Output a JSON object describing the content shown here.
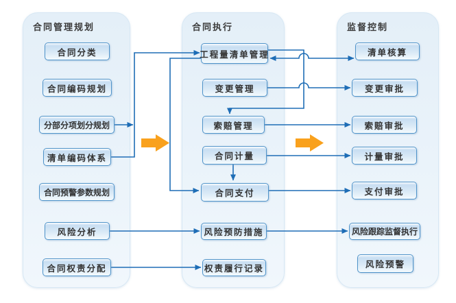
{
  "diagram": {
    "type": "flowchart",
    "columns": [
      {
        "title": "合同管理规划",
        "nodes": [
          "合同分类",
          "合同编码规划",
          "分部分项划分规划",
          "清单编码体系",
          "合同预警参数规划",
          "风险分析",
          "合同权责分配"
        ]
      },
      {
        "title": "合同执行",
        "nodes": [
          "工程量清单管理",
          "变更管理",
          "索赔管理",
          "合同计量",
          "合同支付",
          "风险预防措施",
          "权责履行记录"
        ]
      },
      {
        "title": "监督控制",
        "nodes": [
          "清单核算",
          "变更审批",
          "索赔审批",
          "计量审批",
          "支付审批",
          "风险跟踪监督执行",
          "风险预警"
        ]
      }
    ],
    "edges": [
      {
        "from": "分部分项划分规划",
        "to": "工程量清单管理",
        "bidirectional": false
      },
      {
        "from": "清单编码体系",
        "to": "工程量清单管理",
        "bidirectional": false
      },
      {
        "from": "工程量清单管理",
        "to": "清单核算",
        "bidirectional": true
      },
      {
        "from": "工程量清单管理",
        "to": "索赔管理",
        "bidirectional": false
      },
      {
        "from": "工程量清单管理",
        "to": "合同支付",
        "bidirectional": false
      },
      {
        "from": "变更管理",
        "to": "变更审批",
        "bidirectional": false
      },
      {
        "from": "索赔管理",
        "to": "索赔审批",
        "bidirectional": false
      },
      {
        "from": "合同计量",
        "to": "合同支付",
        "bidirectional": false
      },
      {
        "from": "合同计量",
        "to": "计量审批",
        "bidirectional": false
      },
      {
        "from": "合同支付",
        "to": "支付审批",
        "bidirectional": false
      },
      {
        "from": "风险分析",
        "to": "风险预防措施",
        "bidirectional": false
      },
      {
        "from": "风险预防措施",
        "to": "风险跟踪监督执行",
        "bidirectional": false
      },
      {
        "from": "合同权责分配",
        "to": "权责履行记录",
        "bidirectional": false
      }
    ],
    "stage_arrows": [
      {
        "between": "合同管理规划 → 合同执行"
      },
      {
        "between": "合同执行 → 监督控制"
      }
    ],
    "colors": {
      "connector_blue": "#1E6DB6",
      "node_border": "#4F93C9",
      "node_fill_top": "#C8DEF2",
      "panel_fill": "#EAF3FA",
      "orange_arrow": "#F9A11D",
      "text": "#333333"
    }
  }
}
